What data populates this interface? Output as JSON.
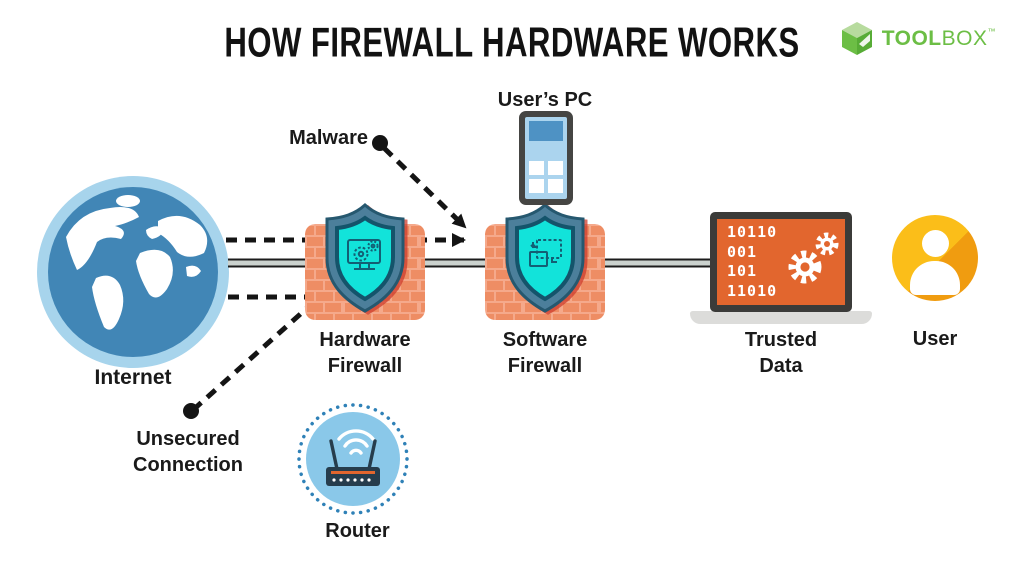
{
  "title": "HOW FIREWALL HARDWARE WORKS",
  "brand": {
    "tool": "TOOL",
    "box": "BOX",
    "tm": "™",
    "green": "#6CBE45"
  },
  "labels": {
    "internet": "Internet",
    "hardware_firewall": "Hardware\nFirewall",
    "software_firewall": "Software\nFirewall",
    "users_pc": "User’s PC",
    "trusted_data": "Trusted\nData",
    "user": "User",
    "malware": "Malware",
    "unsecured_connection": "Unsecured\nConnection",
    "router": "Router"
  },
  "trusted_data_screen": {
    "binary_lines": [
      "10110",
      "001",
      "101",
      "11010"
    ]
  },
  "colors": {
    "brick": "#EE8D64",
    "brick_mortar": "#F5A98B",
    "shield_outer": "#4C7F9B",
    "shield_ring": "#1C5D74",
    "shield_inner": "#12E3DA",
    "globe_ring": "#A7D4EC",
    "globe_sea": "#4186B6",
    "screen_orange": "#E2662E",
    "user_yellow": "#F9B212",
    "router_blue": "#8AC8E9",
    "router_ring": "#2F81B7",
    "line_black": "#141414",
    "cable_gray": "#CBD2CE"
  }
}
